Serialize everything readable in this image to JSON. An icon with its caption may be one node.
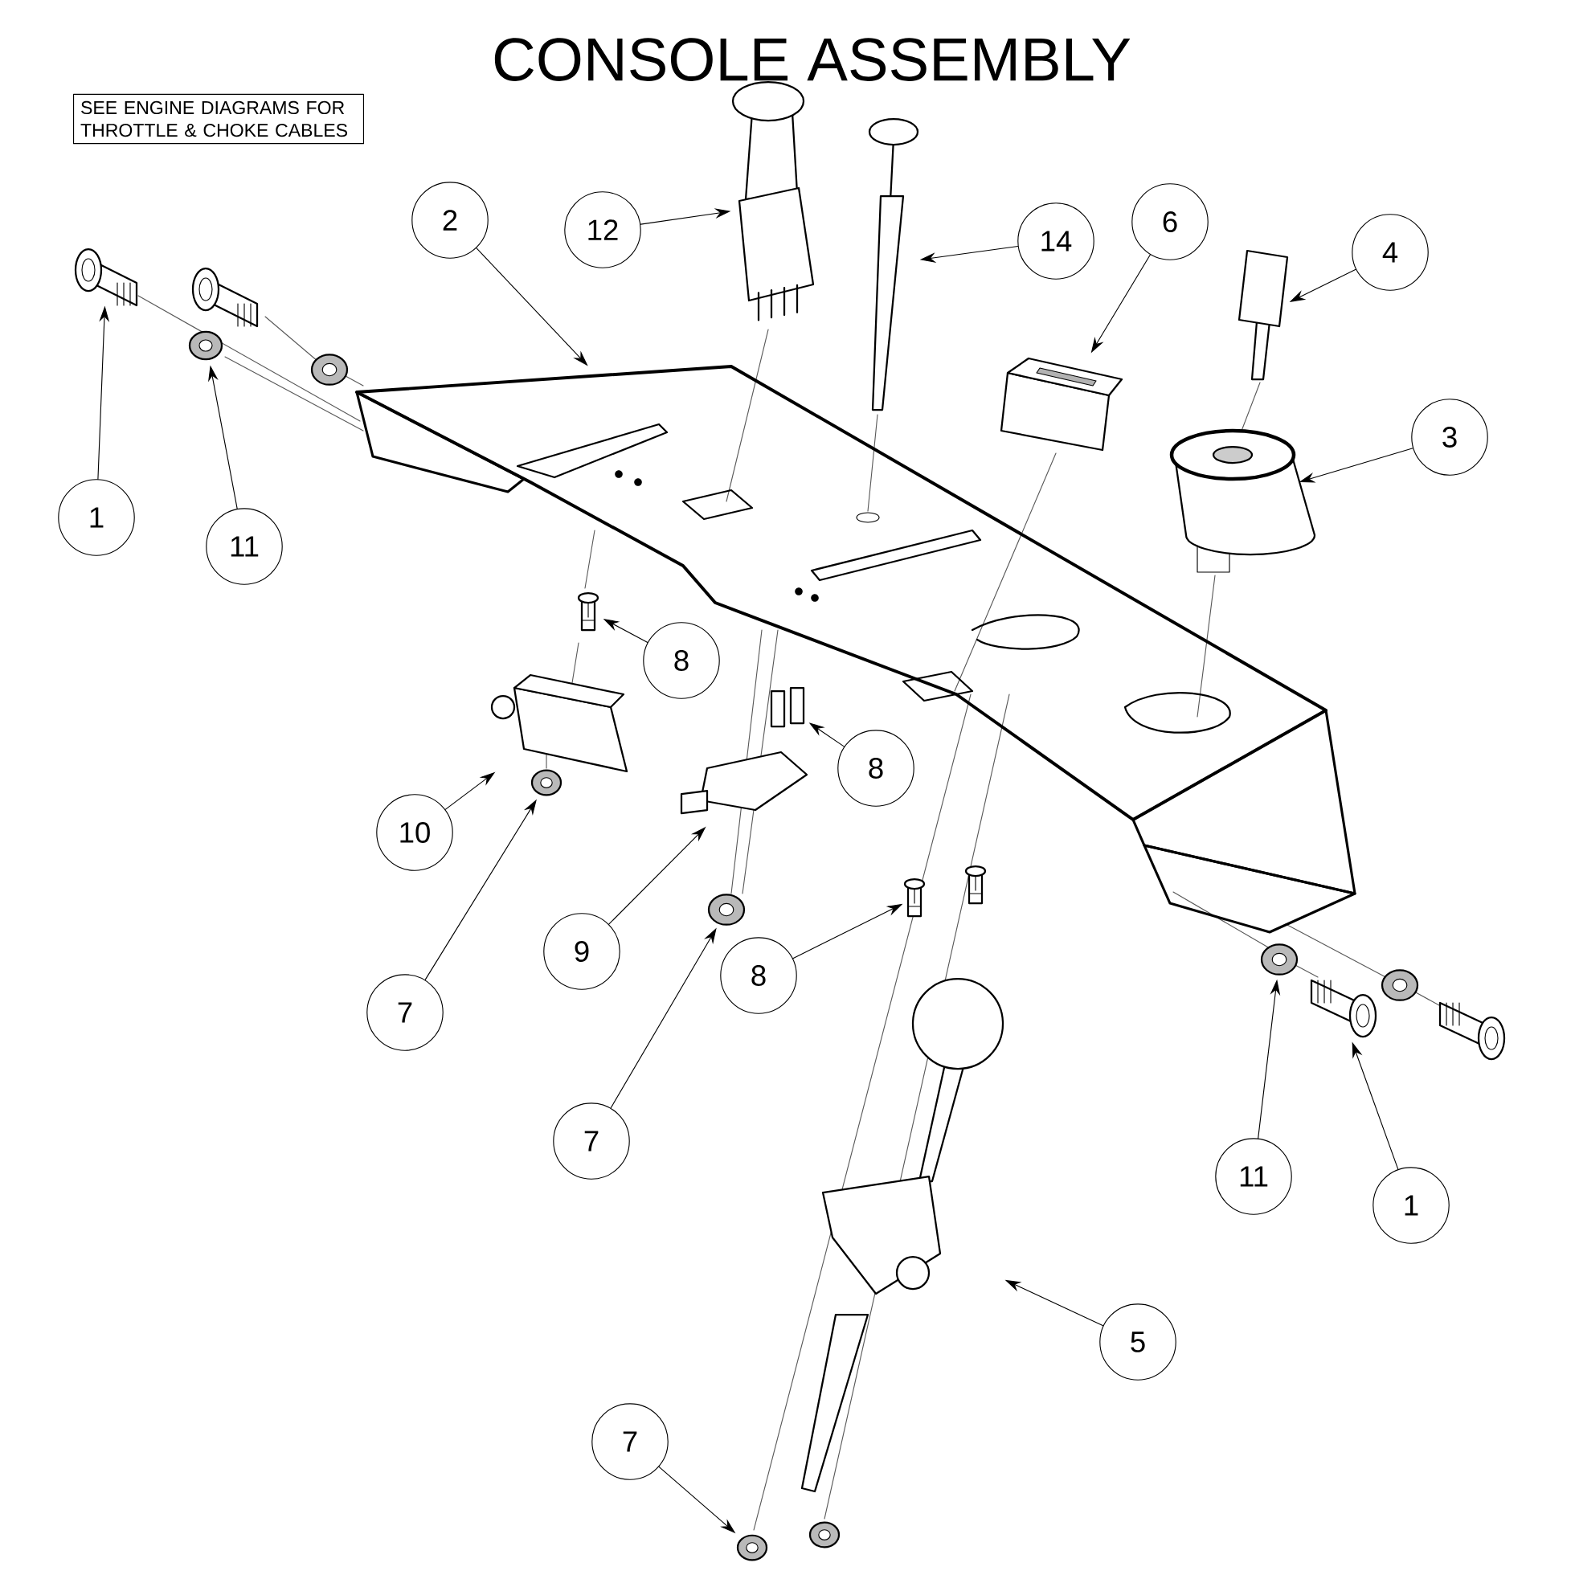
{
  "diagram": {
    "title": "CONSOLE ASSEMBLY",
    "nodes": [
      {
        "text": [
          "SEE ENGINE DIAGRAMS FOR THROTTLE & CHOKE CABLES"
        ]
      },
      {
        "text": [
          "2"
        ]
      },
      {
        "text": [
          "12"
        ]
      },
      {
        "text": [
          "6"
        ]
      },
      {
        "text": [
          "14"
        ]
      },
      {
        "text": [
          "4"
        ]
      },
      {
        "text": [
          "3"
        ]
      },
      {
        "text": [
          "1"
        ]
      },
      {
        "text": [
          "11"
        ]
      },
      {
        "text": [
          "8"
        ]
      },
      {
        "text": [
          "8"
        ]
      },
      {
        "text": [
          "10"
        ]
      },
      {
        "text": [
          "9"
        ]
      },
      {
        "text": [
          "7"
        ]
      },
      {
        "text": [
          "8"
        ]
      },
      {
        "text": [
          "7"
        ]
      },
      {
        "text": [
          "11"
        ]
      },
      {
        "text": [
          "1"
        ]
      },
      {
        "text": [
          "5"
        ]
      },
      {
        "text": [
          "7"
        ]
      },
      {
        "text": [],
        "shape": "picture"
      },
      {
        "text": [],
        "shape": "picture"
      },
      {
        "text": [],
        "shape": "picture"
      },
      {
        "text": [],
        "shape": "picture"
      },
      {
        "text": [],
        "shape": "picture"
      },
      {
        "text": [],
        "shape": "picture"
      },
      {
        "text": [],
        "shape": "picture"
      },
      {
        "text": [],
        "shape": "picture"
      },
      {
        "text": [],
        "shape": "picture"
      },
      {
        "text": [],
        "shape": "picture"
      },
      {
        "text": [],
        "shape": "picture"
      },
      {
        "text": [],
        "shape": "picture"
      },
      {
        "text": [],
        "shape": "picture"
      },
      {
        "text": [],
        "shape": "picture"
      },
      {
        "text": [],
        "shape": "picture"
      },
      {
        "text": [],
        "shape": "picture"
      },
      {
        "text": [],
        "shape": "picture"
      },
      {
        "text": [],
        "shape": "picture"
      },
      {
        "text": [],
        "shape": "picture"
      }
    ],
    "edges": [
      {
        "from": 1,
        "to": 20,
        "arrow": "to"
      },
      {
        "from": 2,
        "to": 21,
        "arrow": "to"
      },
      {
        "from": 3,
        "to": 22,
        "arrow": "to"
      },
      {
        "from": 4,
        "to": 23,
        "arrow": "to"
      },
      {
        "from": 5,
        "to": 24,
        "arrow": "to"
      },
      {
        "from": 6,
        "to": 25,
        "arrow": "to"
      },
      {
        "from": 7,
        "to": 26,
        "arrow": "to"
      },
      {
        "from": 8,
        "to": 27,
        "arrow": "to"
      },
      {
        "from": 9,
        "to": 28,
        "arrow": "to"
      },
      {
        "from": 10,
        "to": 29,
        "arrow": "to"
      },
      {
        "from": 11,
        "to": 30,
        "arrow": "to"
      },
      {
        "from": 12,
        "to": 31,
        "arrow": "to"
      },
      {
        "from": 13,
        "to": 32,
        "arrow": "to"
      },
      {
        "from": 14,
        "to": 33,
        "arrow": "to"
      },
      {
        "from": 15,
        "to": 34,
        "arrow": "to"
      },
      {
        "from": 16,
        "to": 35,
        "arrow": "to"
      },
      {
        "from": 17,
        "to": 36,
        "arrow": "to"
      },
      {
        "from": 18,
        "to": 37,
        "arrow": "to"
      },
      {
        "from": 19,
        "to": 38,
        "arrow": "to"
      }
    ]
  }
}
